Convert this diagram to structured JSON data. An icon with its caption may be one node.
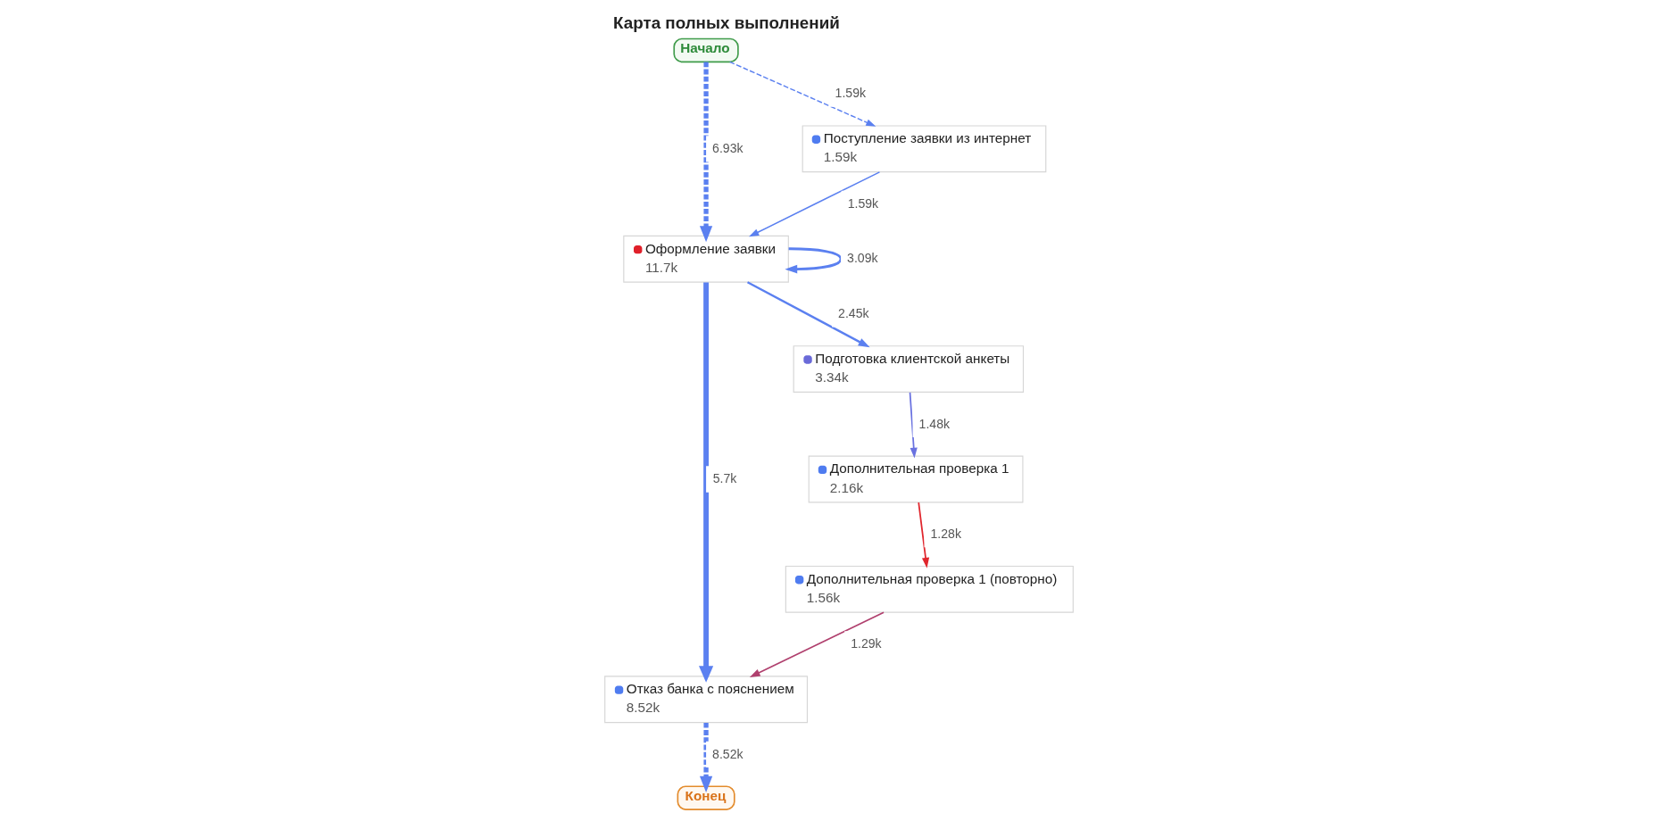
{
  "diagram": {
    "title": "Карта полных выполнений",
    "nodes": [
      {
        "text": [
          "Начало"
        ]
      },
      {
        "text": [
          "Поступление заявки из интернет",
          "1.59k"
        ]
      },
      {
        "text": [
          "Оформление заявки",
          "11.7k"
        ]
      },
      {
        "text": [
          "Подготовка клиентской анкеты",
          "3.34k"
        ]
      },
      {
        "text": [
          "Дополнительная проверка 1",
          "2.16k"
        ]
      },
      {
        "text": [
          "Дополнительная проверка 1 (повторно)",
          "1.56k"
        ]
      },
      {
        "text": [
          "Отказ банка с пояснением",
          "8.52k"
        ]
      },
      {
        "text": [
          "Конец"
        ]
      }
    ],
    "edges": [
      {
        "from": 0,
        "to": 1,
        "arrow": "to",
        "label": "1.59k",
        "style": "dashed"
      },
      {
        "from": 0,
        "to": 2,
        "arrow": "to",
        "label": "6.93k",
        "style": "dashed"
      },
      {
        "from": 1,
        "to": 2,
        "arrow": "to",
        "label": "1.59k"
      },
      {
        "from": 2,
        "to": 2,
        "arrow": "to",
        "label": "3.09k"
      },
      {
        "from": 2,
        "to": 3,
        "arrow": "to",
        "label": "2.45k"
      },
      {
        "from": 2,
        "to": 6,
        "arrow": "to",
        "label": "5.7k",
        "style": "thick"
      },
      {
        "from": 3,
        "to": 4,
        "arrow": "to",
        "label": "1.48k",
        "color": "#6a72e0"
      },
      {
        "from": 4,
        "to": 5,
        "arrow": "to",
        "label": "1.28k",
        "color": "#e0262d"
      },
      {
        "from": 5,
        "to": 6,
        "arrow": "to",
        "label": "1.29k",
        "color": "#b0406e"
      },
      {
        "from": 6,
        "to": 7,
        "arrow": "to",
        "label": "8.52k",
        "style": "dashed"
      }
    ]
  }
}
